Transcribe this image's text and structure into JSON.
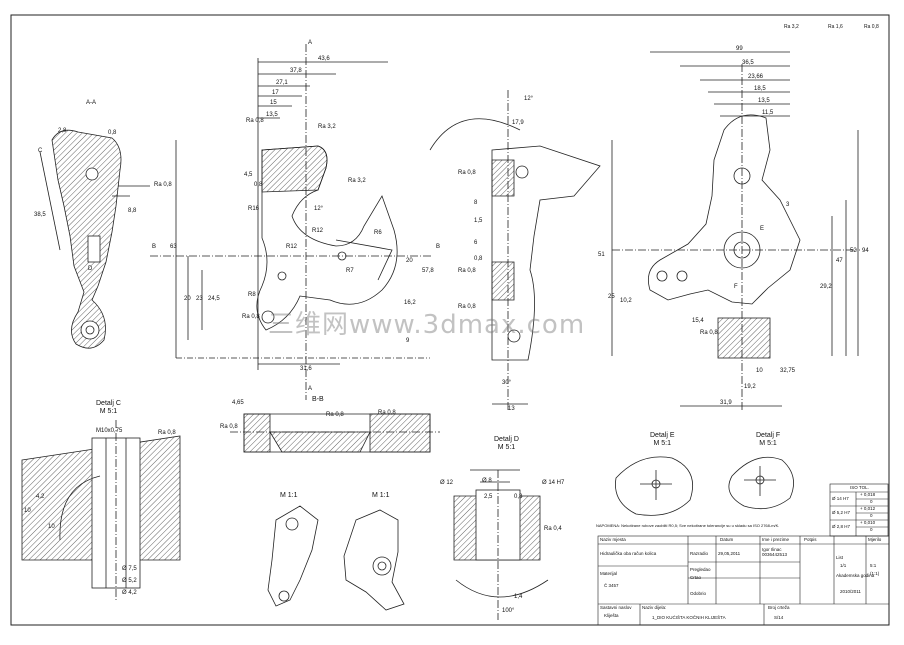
{
  "drawing": {
    "roughness": [
      "Ra 3,2",
      "Ra 1,6",
      "Ra 0,8"
    ],
    "section_aa": "A-A",
    "section_bb": "B-B",
    "section_marks": [
      "A",
      "A",
      "B",
      "B"
    ],
    "detail_c": "Detalj C\nM 5:1",
    "detail_d": "Detalj D\nM 5:1",
    "detail_e": "Detalj E\nM 5:1",
    "detail_f": "Detalj F\nM 5:1",
    "scale_iso_1": "M 1:1",
    "scale_iso_2": "M 1:1",
    "note": "NAPOMENA: Nekotirane rubove zaobliti R0,5; Sve nekotirane tolerancije su u skladu sa ISO 2768-m/K.",
    "watermark": "三维网www.3dmax.com",
    "dims_front": [
      "43,6",
      "37,8",
      "27,1",
      "17",
      "15",
      "13,5",
      "4,5",
      "0,8",
      "R16",
      "R12",
      "R12",
      "12°",
      "R7",
      "R8",
      "R6",
      "20",
      "20",
      "23",
      "24,5",
      "63",
      "57,8",
      "16,2",
      "31,6",
      "9",
      "Ra 0,8",
      "Ra 3,2",
      "Ra 3,2",
      "Ra 0,8"
    ],
    "dims_side": [
      "12°",
      "17,9",
      "8",
      "1,5",
      "6",
      "0,8",
      "30°",
      "13",
      "Ra 0,8",
      "Ra 0,8",
      "Ra 0,8"
    ],
    "dims_right": [
      "99",
      "36,5",
      "23,66",
      "18,5",
      "13,5",
      "11,5",
      "47",
      "52",
      "94",
      "51",
      "29,2",
      "25",
      "10,2",
      "15,4",
      "31,9",
      "32,75",
      "10",
      "19,2",
      "3",
      "E",
      "F",
      "Ra 0,8"
    ],
    "dims_aa": [
      "C",
      "D",
      "0,8",
      "2,8",
      "8,8",
      "38,5",
      "Ra 0,8"
    ],
    "dims_c": [
      "M10x0,75",
      "Ra 0,8",
      "Ø 7,5",
      "Ø 5,2",
      "Ø 4,2",
      "10",
      "4,2",
      "10"
    ],
    "dims_d": [
      "Ø 12",
      "Ø 8",
      "Ø 14 H7",
      "2,5",
      "0,8",
      "Ra 0,4",
      "100°",
      "1,4"
    ],
    "dims_bb": [
      "Ra 0,8",
      "Ra 0,8",
      "Ra 0,8",
      "4,65"
    ]
  },
  "iso_table": {
    "title": "ISO TOL.",
    "rows": [
      {
        "dim": "Ø 14 H7",
        "upper": "+ 0,018",
        "lower": "0"
      },
      {
        "dim": "Ø 5,2 H7",
        "upper": "+ 0,012",
        "lower": "0"
      },
      {
        "dim": "Ø 2,8 H7",
        "upper": "+ 0,010",
        "lower": "0"
      }
    ]
  },
  "title_block": {
    "c_naziv": "Naziv mjesta",
    "c_datum": "Datum",
    "c_ime": "Ime i prezime",
    "c_potpis": "Potpis",
    "c_mjerilo": "Mjerilo",
    "mjesto": "Hidraulička oba račun kolica",
    "r_razradio": "Razradio",
    "razradio_datum": "29,05,2011",
    "razradio_ime": "Igor Ilinac 0036442513",
    "r_pregledao": "Pregledao",
    "r_crtao": "Crtao",
    "r_odobrio": "Odobrio",
    "materijal_lbl": "Materijal",
    "materijal": "Č 3457",
    "list_lbl": "List",
    "list": "1/1",
    "akademska": "Akademska godina",
    "godina": "2010/2011",
    "mjerilo": "5:1",
    "mjerilo2": "(1:1)",
    "sastavni_lbl": "Sastavni naslov",
    "sastavni": "Kliješta",
    "naziv_dijela_lbl": "Naziv dijela:",
    "naziv_dijela": "1_DIO KUĆIŠTA KOČNIH KLIJEŠTA",
    "broj_lbl": "Broj crteža",
    "broj": "S/14"
  }
}
